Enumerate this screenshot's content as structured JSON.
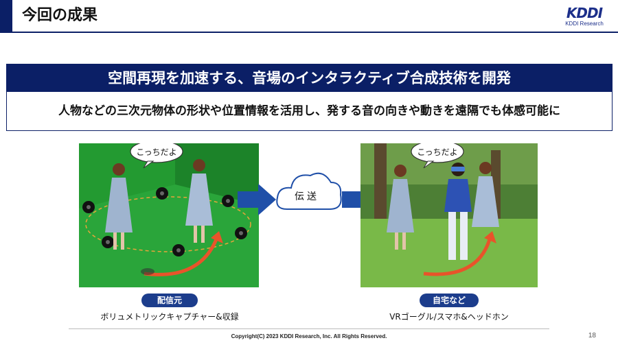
{
  "header": {
    "title": "今回の成果",
    "logo_text": "KDDI",
    "logo_subtext": "KDDI Research"
  },
  "banner": {
    "headline": "空間再現を加速する、音場のインタラクティブ合成技術を開発",
    "subline": "人物などの三次元物体の形状や位置情報を活用し、発する音の向きや動きを遠隔でも体感可能に"
  },
  "left_panel": {
    "bubble": "こっちだよ",
    "badge": "配信元",
    "caption": "ボリュメトリックキャプチャー&収録"
  },
  "transfer": {
    "label": "伝送"
  },
  "right_panel": {
    "bubble": "こっちだよ",
    "badge": "自宅など",
    "caption": "VRゴーグル/スマホ&ヘッドホン"
  },
  "footer": {
    "copyright": "Copyright(C) 2023 KDDI Research, Inc. All Rights Reserved.",
    "page_number": "18"
  },
  "colors": {
    "navy": "#0b1f66",
    "badge_blue": "#1c3d8c",
    "arrow_blue": "#1f4fa8",
    "studio_green": "#1f8f2c",
    "path_orange": "#e8542a"
  }
}
